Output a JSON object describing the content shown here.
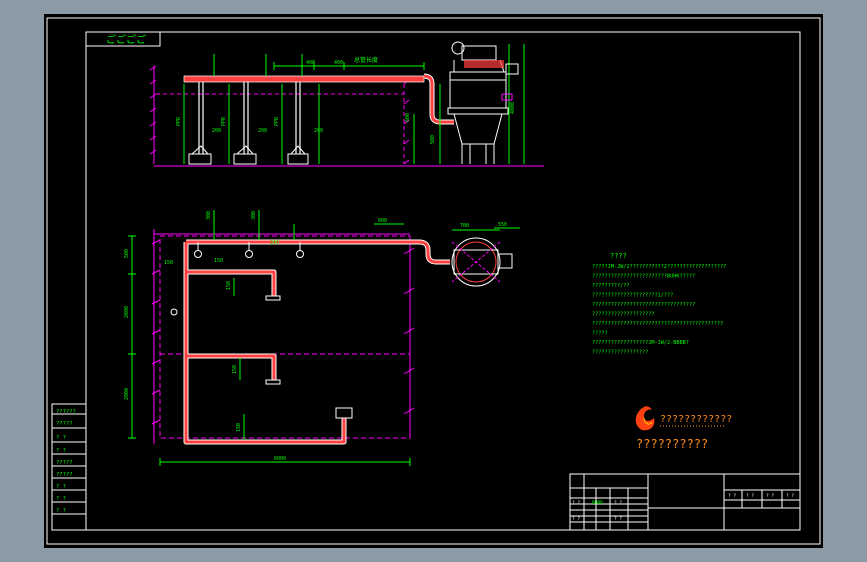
{
  "drawing": {
    "title_block_tag": "ごごごご",
    "dim_pipe_length": "总管长度",
    "notes_title": "????",
    "notes_lines": [
      "?????JM-JW/2???????????2???????????????????",
      "????????????????????????BUHK?????",
      "?????????/??",
      "?????????????????????1/???",
      "?????????????????????????????????",
      "????????????????????",
      "??????????????????????????????????????????",
      "?????",
      "??????????????????JM-JW/2-BBBB?",
      "??????????????????"
    ],
    "logo_line1": "????????????",
    "logo_line2": "??????????",
    "left_column": [
      "??????",
      "?????",
      "? ?",
      "? ?",
      "?????",
      "?????",
      "? ?",
      "? ?",
      "? ?"
    ],
    "title_block_small": [
      "? ?",
      "? ?",
      "? ?",
      "? ?",
      "? ?",
      "? ?",
      "? ?",
      "? ?"
    ]
  },
  "colors": {
    "viewport_bg": "#000000",
    "frame": "#ffffff",
    "equipment": "#ffffff",
    "dimension": "#00ff00",
    "centerline": "#ff00ff",
    "pipe_fill": "#ff4040",
    "notes": "#00ff00",
    "logo_text": "#ff8c1a"
  }
}
